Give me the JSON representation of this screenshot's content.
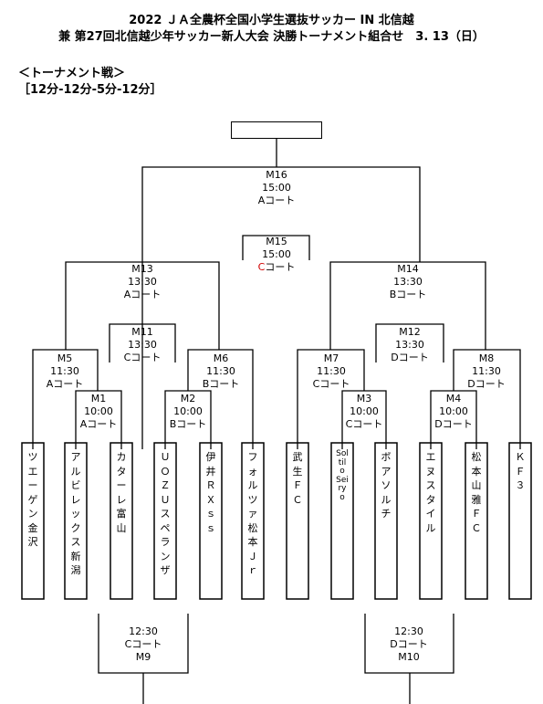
{
  "header": {
    "title_line1": "2022 ＪＡ全農杯全国小学生選抜サッカー IN 北信越",
    "title_line2": "兼 第27回北信越少年サッカー新人大会 決勝トーナメント組合せ　3. 13（日）",
    "section_label": "＜トーナメント戦＞",
    "match_format": "［12分-12分-5分-12分］"
  },
  "matches": {
    "m16": {
      "id": "M16",
      "time": "15:00",
      "court": "Aコート"
    },
    "m15": {
      "id": "M15",
      "time": "15:00",
      "court_letter": "C",
      "court_suffix": "コート"
    },
    "m13": {
      "id": "M13",
      "time": "13:30",
      "court": "Aコート"
    },
    "m14": {
      "id": "M14",
      "time": "13:30",
      "court": "Bコート"
    },
    "m11": {
      "id": "M11",
      "time": "13:30",
      "court": "Cコート"
    },
    "m12": {
      "id": "M12",
      "time": "13:30",
      "court": "Dコート"
    },
    "m5": {
      "id": "M5",
      "time": "11:30",
      "court": "Aコート"
    },
    "m6": {
      "id": "M6",
      "time": "11:30",
      "court": "Bコート"
    },
    "m7": {
      "id": "M7",
      "time": "11:30",
      "court": "Cコート"
    },
    "m8": {
      "id": "M8",
      "time": "11:30",
      "court": "Dコート"
    },
    "m1": {
      "id": "M1",
      "time": "10:00",
      "court": "Aコート"
    },
    "m2": {
      "id": "M2",
      "time": "10:00",
      "court": "Bコート"
    },
    "m3": {
      "id": "M3",
      "time": "10:00",
      "court": "Cコート"
    },
    "m4": {
      "id": "M4",
      "time": "10:00",
      "court": "Dコート"
    },
    "m9": {
      "id": "M9",
      "time": "12:30",
      "court": "Cコート"
    },
    "m10": {
      "id": "M10",
      "time": "12:30",
      "court": "Dコート"
    }
  },
  "teams": [
    "ツエーゲン金沢",
    "アルビレックス新潟",
    "カターレ富山",
    "ＵＯＺＵスペランザ",
    "伊井ＲＸｓｓ",
    "フォルツァ松本Ｊｒ",
    "武生ＦＣ",
    "Soltilo Seiryo",
    "ボアソルチ",
    "エヌスタイル",
    "松本山雅ＦＣ",
    "ＫＦ３"
  ]
}
